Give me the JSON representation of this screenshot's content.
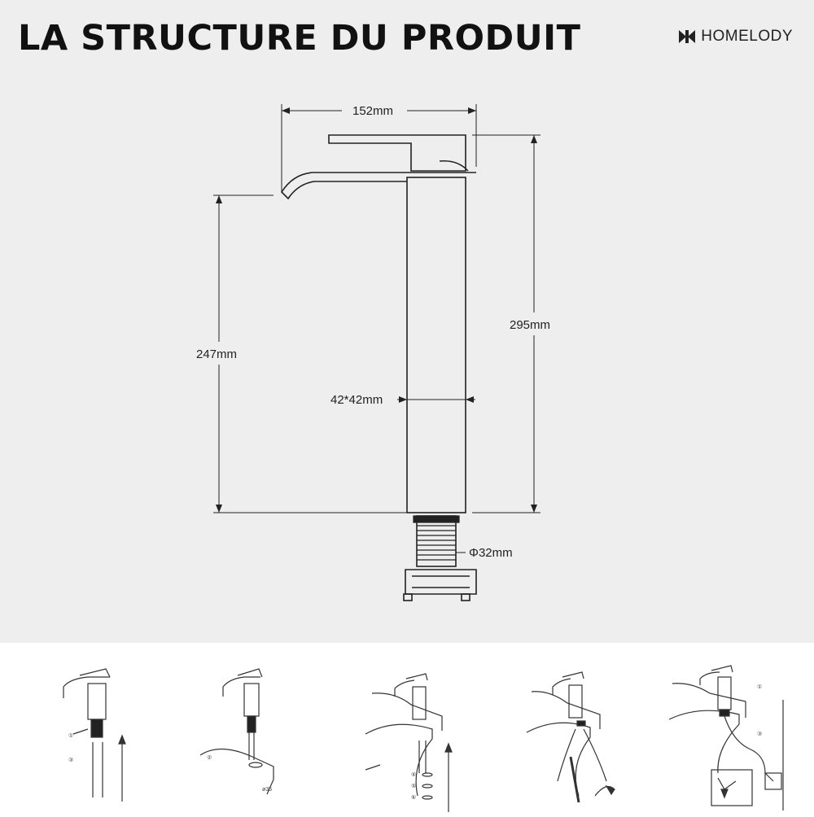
{
  "header": {
    "title": "LA STRUCTURE DU PRODUIT",
    "brand": "HOMELODY",
    "brand_icon": "homelody-logo-icon"
  },
  "dimensions": {
    "width": "152mm",
    "total_height": "295mm",
    "spout_height": "247mm",
    "body_section": "42*42mm",
    "thread_diameter": "Φ32mm"
  },
  "installation_steps": {
    "step1": {
      "callouts": [
        "①",
        "③"
      ]
    },
    "step2": {
      "callouts": [
        "②"
      ],
      "hole": "ø35"
    },
    "step3": {
      "callouts": [
        "④",
        "⑤",
        "⑥"
      ]
    },
    "step4": {
      "callouts": []
    },
    "step5": {
      "callouts": [
        "①",
        "③"
      ]
    }
  },
  "colors": {
    "top_background": "#eeeeee",
    "line": "#222222"
  }
}
